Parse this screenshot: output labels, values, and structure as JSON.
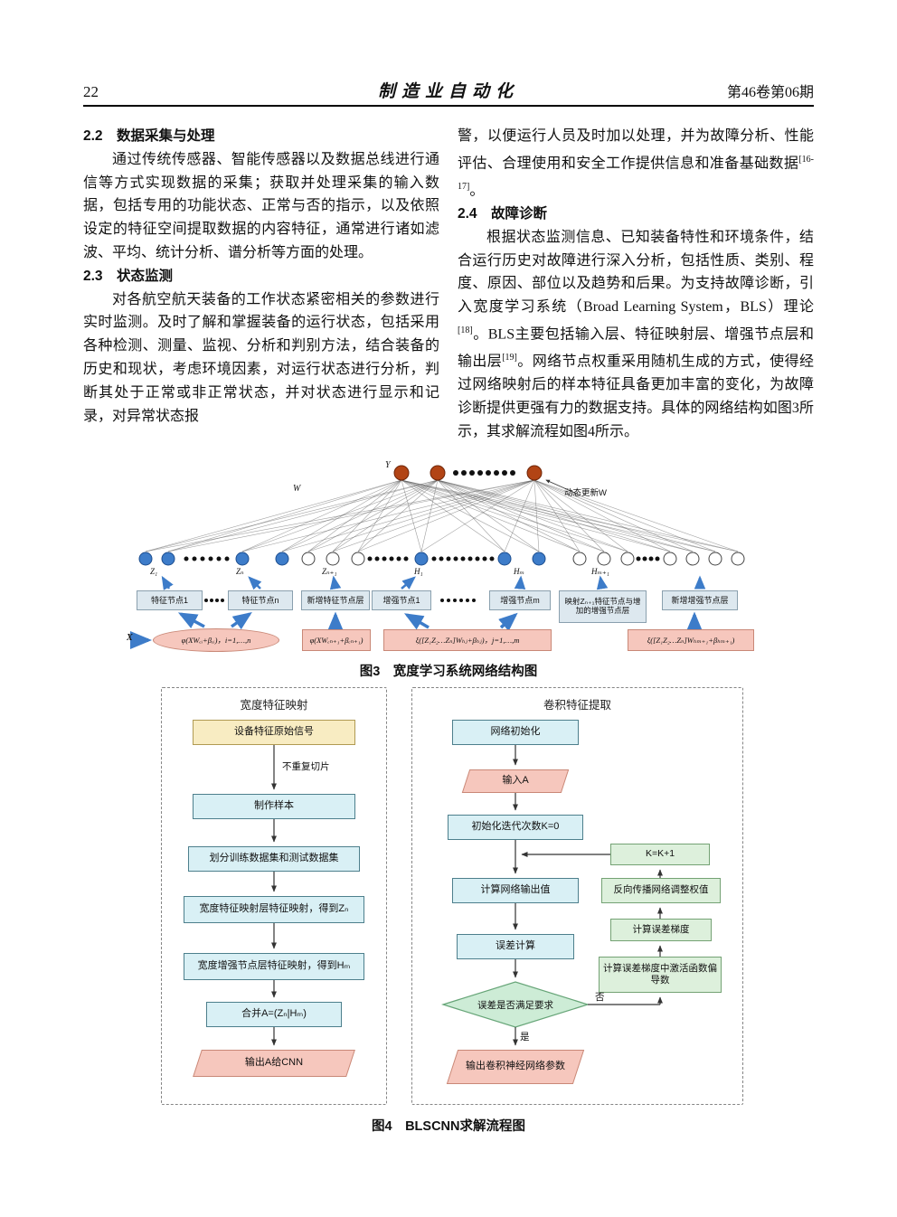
{
  "header": {
    "page_number": "22",
    "journal_title": "制造业自动化",
    "issue_info": "第46卷第06期"
  },
  "sections": {
    "s22_title": "2.2　数据采集与处理",
    "s22_body": "通过传统传感器、智能传感器以及数据总线进行通信等方式实现数据的采集；获取并处理采集的输入数据，包括专用的功能状态、正常与否的指示，以及依照设定的特征空间提取数据的内容特征，通常进行诸如滤波、平均、统计分析、谱分析等方面的处理。",
    "s23_title": "2.3　状态监测",
    "s23_body": "对各航空航天装备的工作状态紧密相关的参数进行实时监测。及时了解和掌握装备的运行状态，包括采用各种检测、测量、监视、分析和判别方法，结合装备的历史和现状，考虑环境因素，对运行状态进行分析，判断其处于正常或非正常状态，并对状态进行显示和记录，对异常状态报",
    "s23_cont_pre": "警，以便运行人员及时加以处理，并为故障分析、性能评估、合理使用和安全工作提供信息和准备基础数据",
    "s23_cont_sup": "[16-17]",
    "s23_cont_post": "。",
    "s24_title": "2.4　故障诊断",
    "s24_p1": "根据状态监测信息、已知装备特性和环境条件，结合运行历史对故障进行深入分析，包括性质、类别、程度、原因、部位以及趋势和后果。为支持故障诊断，引入宽度学习系统（Broad Learning System，BLS）理论",
    "s24_sup1": "[18]",
    "s24_p2": "。BLS主要包括输入层、特征映射层、增强节点层和输出层",
    "s24_sup2": "[19]",
    "s24_p3": "。网络节点权重采用随机生成的方式，使得经过网络映射后的样本特征具备更加丰富的变化，为故障诊断提供更强有力的数据支持。具体的网络结构如图3所示，其求解流程如图4所示。"
  },
  "figure3": {
    "caption": "图3　宽度学习系统网络结构图",
    "label_y": "Y",
    "label_x": "X",
    "label_w": "W",
    "label_dynamic": "动态更新W",
    "node_labels": {
      "z1": "Z₁",
      "zn": "Zₙ",
      "zn1": "Zₙ₊₁",
      "h1": "H₁",
      "hm": "Hₘ",
      "hm1": "Hₘ₊₁"
    },
    "boxes": {
      "b1": "特征节点1",
      "b2": "特征节点n",
      "b3": "新增特征节点层",
      "b4": "增强节点1",
      "b5": "增强节点m",
      "b6": "映射Zₙ₊₁特征节点与增加的增强节点层",
      "b7": "新增增强节点层"
    },
    "formulas": {
      "f1": "φ(XWₑᵢ+βₑᵢ)，i=1,…,n",
      "f2": "φ(XWₑₙ₊₁+βₑₙ₊₁)",
      "f3": "ξ([Z₁Z₂…Zₙ]Wₕⱼ+βₕⱼ)，j=1,…,m",
      "f4": "ξ([Z₁Z₂…Zₙ]Wₕₘ₊₁+βₕₘ₊₁)"
    },
    "colors": {
      "output_node": "#b24415",
      "feature_node": "#3d7cc9",
      "new_node": "#ffffff",
      "box_fill": "#dde8ef",
      "formula_fill": "#f6c7bd",
      "arrow_blue": "#3d7cc9"
    }
  },
  "figure4": {
    "caption": "图4　BLSCNN求解流程图",
    "left_panel": {
      "title": "宽度特征映射",
      "steps": {
        "source": "设备特征原始信号",
        "slice_label": "不重复切片",
        "make_sample": "制作样本",
        "split": "划分训练数据集和测试数据集",
        "feature_map": "宽度特征映射层特征映射，得到Zₙ",
        "enhance_map": "宽度增强节点层特征映射，得到Hₘ",
        "merge": "合并A=(Zₙ|Hₘ)",
        "output": "输出A给CNN"
      }
    },
    "right_panel": {
      "title": "卷积特征提取",
      "steps": {
        "init": "网络初始化",
        "input": "输入A",
        "iter": "初始化迭代次数K=0",
        "compute": "计算网络输出值",
        "error": "误差计算",
        "check": "误差是否满足要求",
        "output": "输出卷积神经网络参数",
        "k_inc": "K=K+1",
        "backprop": "反向传播网络调整权值",
        "grad": "计算误差梯度",
        "grad_act": "计算误差梯度中激活函数偏导数"
      },
      "branch_no": "否",
      "branch_yes": "是"
    },
    "colors": {
      "process_fill": "#d9f0f5",
      "io_fill": "#f6c7bd",
      "start_fill": "#f8ecc2",
      "loop_fill": "#ddf0dc",
      "decision_fill": "#cdecd6"
    }
  }
}
